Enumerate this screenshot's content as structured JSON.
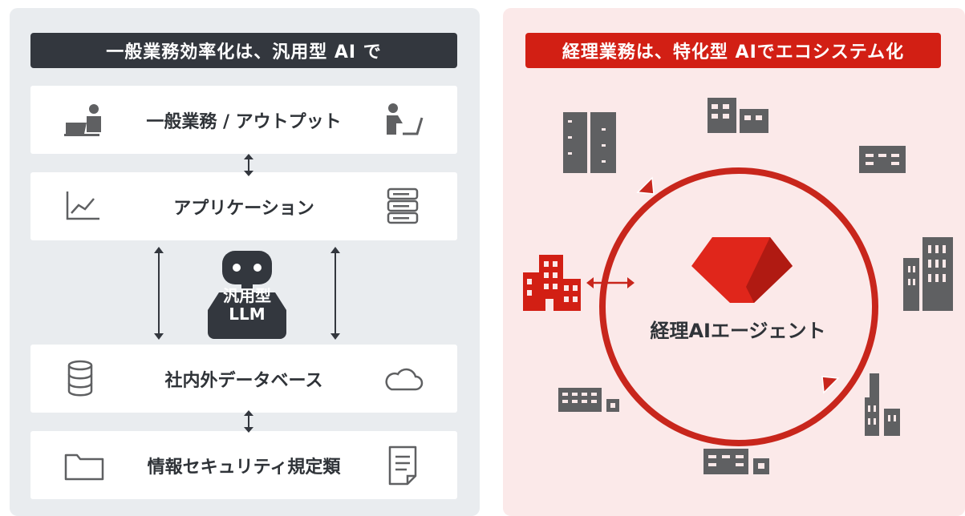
{
  "left": {
    "title": "一般業務効率化は、汎用型 AI で",
    "rows": [
      {
        "label": "一般業務 / アウトプット"
      },
      {
        "label": "アプリケーション"
      },
      {
        "label": "社内外データベース"
      },
      {
        "label": "情報セキュリティ規定類"
      }
    ],
    "robot_label_line1": "汎用型",
    "robot_label_line2": "LLM"
  },
  "right": {
    "title": "経理業務は、特化型 AIでエコシステム化",
    "agent_label": "経理AIエージェント"
  },
  "colors": {
    "dark_title": "#33373e",
    "red_title": "#d21f14",
    "ring": "#c8261c",
    "buildings": "#5f6062",
    "left_bg": "#e9ecef",
    "right_bg": "#fbe9e9"
  }
}
